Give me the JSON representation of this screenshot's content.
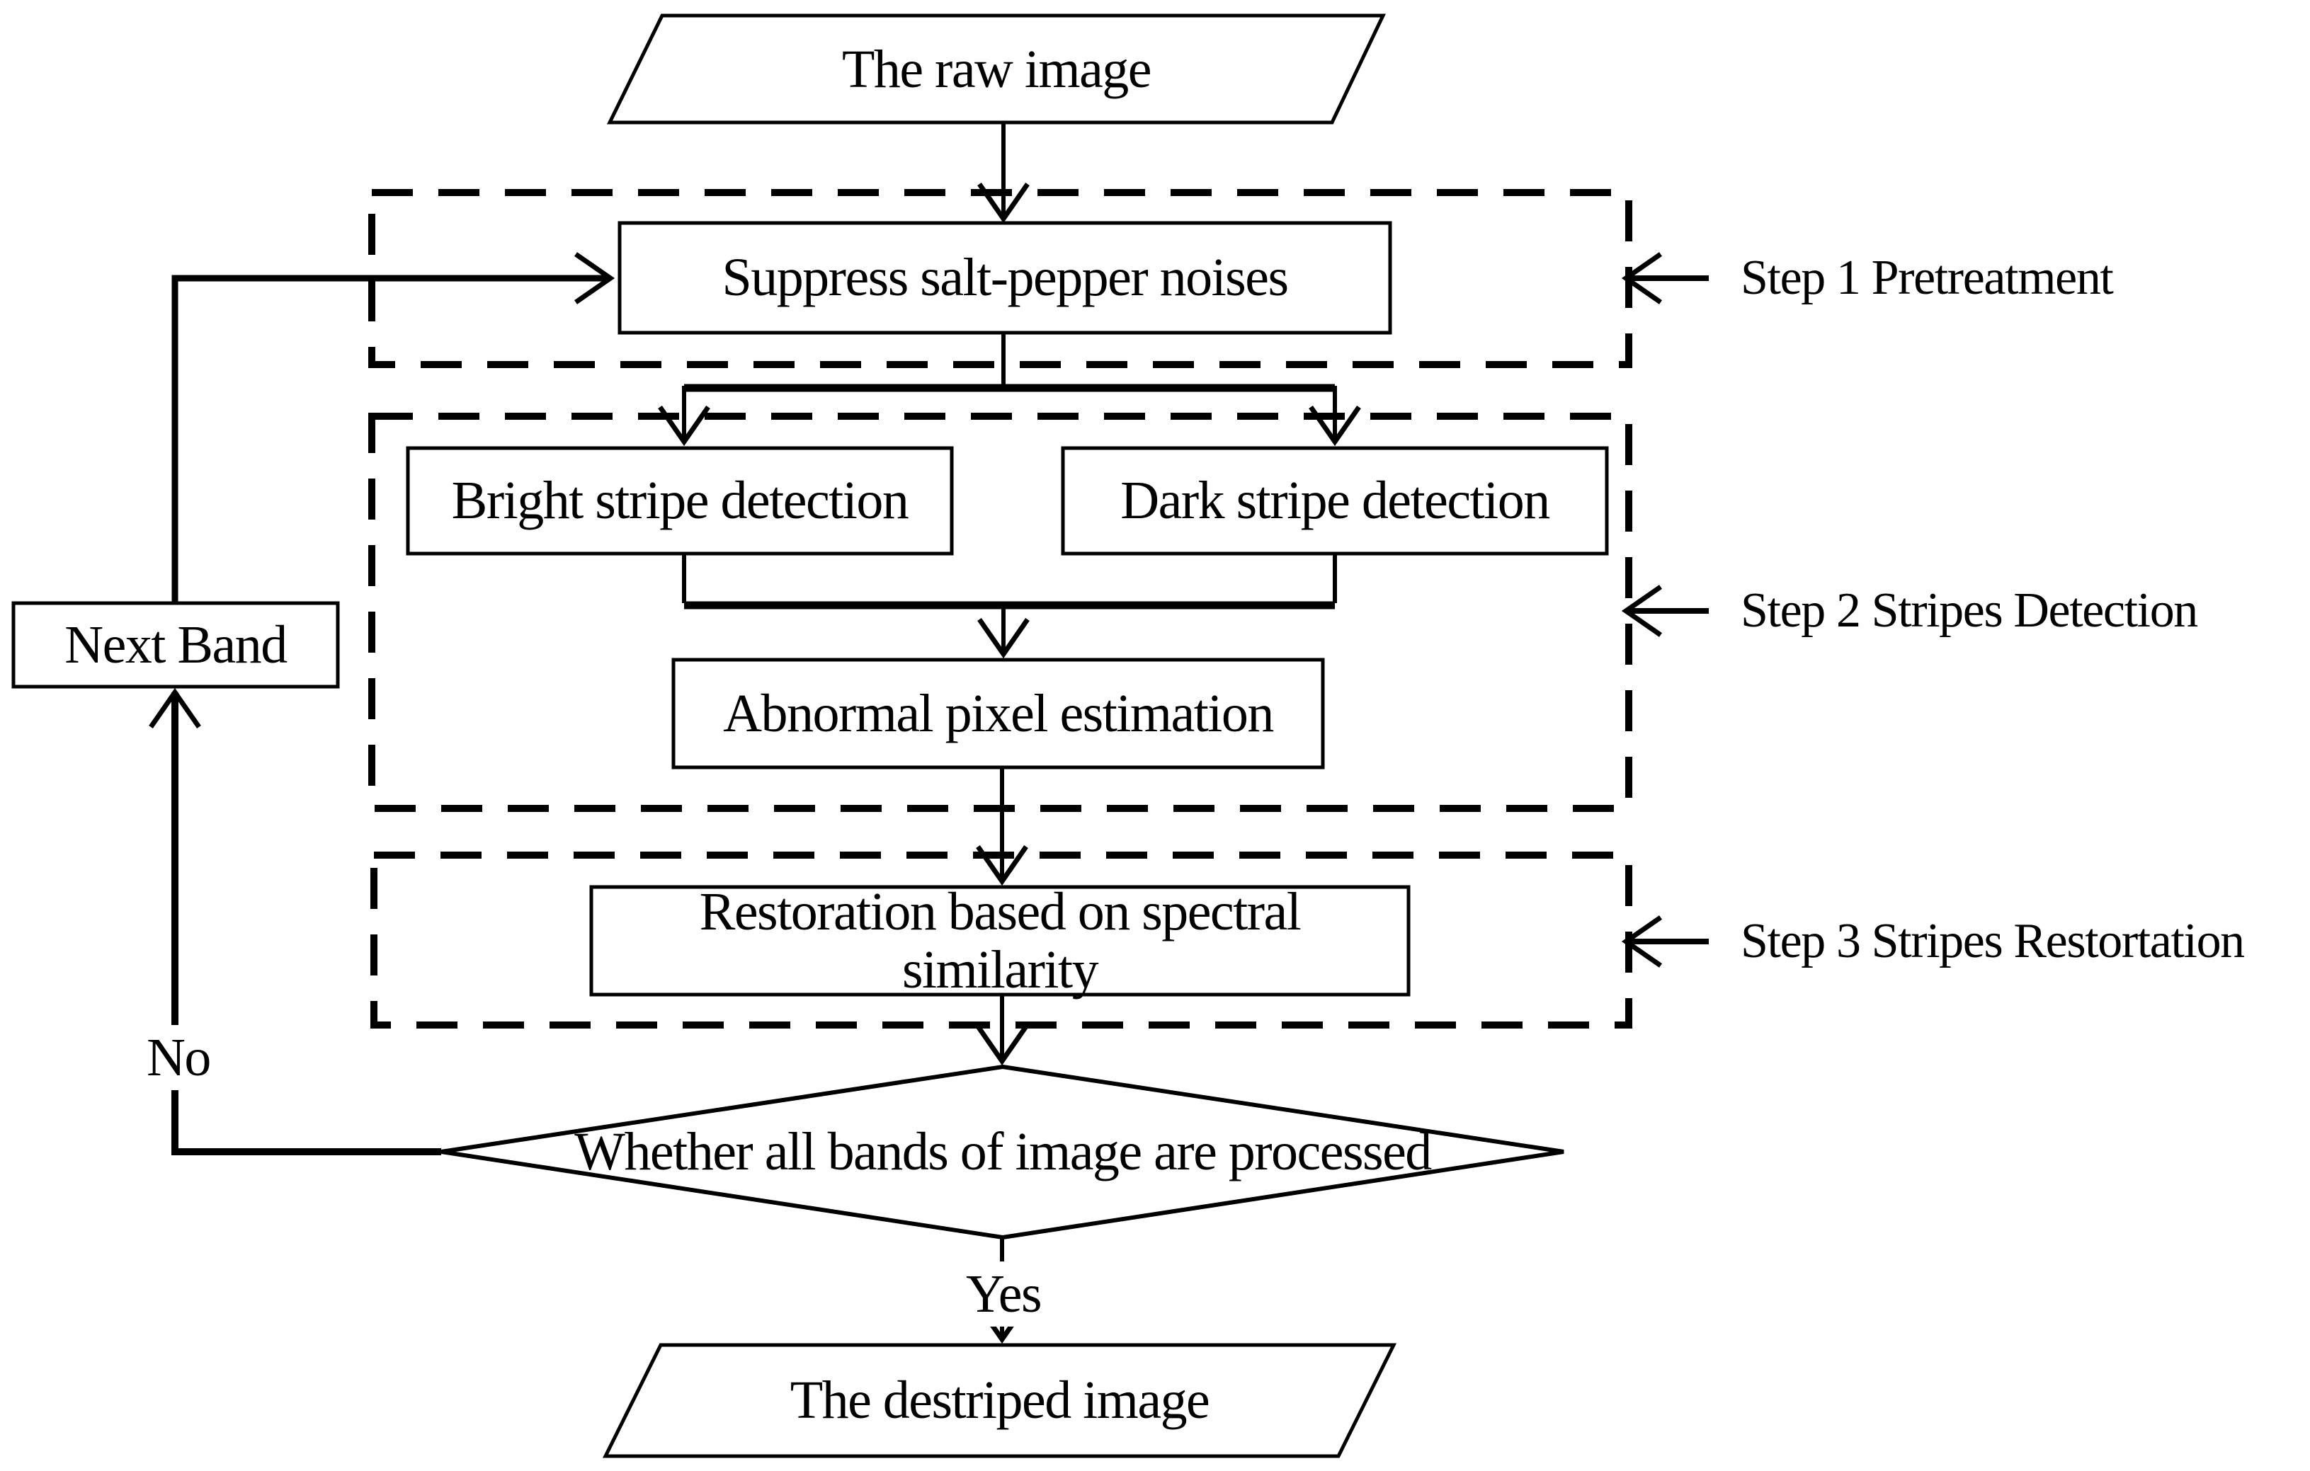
{
  "figure": {
    "background": "#ffffff",
    "line_color": "#000000",
    "nodes": {
      "raw_image": {
        "label": "The raw image",
        "shape": "parallelogram"
      },
      "suppress": {
        "label": "Suppress salt-pepper noises",
        "shape": "rect"
      },
      "bright_stripe": {
        "label": "Bright stripe detection",
        "shape": "rect"
      },
      "dark_stripe": {
        "label": "Dark stripe detection",
        "shape": "rect"
      },
      "abnormal_pixel": {
        "label": "Abnormal pixel estimation",
        "shape": "rect"
      },
      "restoration": {
        "label": "Restoration based on spectral\nsimilarity",
        "shape": "rect"
      },
      "decision": {
        "label": "Whether all bands of image are processed",
        "shape": "diamond"
      },
      "next_band": {
        "label": "Next Band",
        "shape": "rect"
      },
      "destriped_image": {
        "label": "The destriped image",
        "shape": "parallelogram"
      }
    },
    "edge_labels": {
      "no": "No",
      "yes": "Yes"
    },
    "step_annotations": {
      "step1": "Step 1 Pretreatment",
      "step2": "Step 2 Stripes Detection",
      "step3": "Step 3 Stripes Restortation"
    }
  }
}
